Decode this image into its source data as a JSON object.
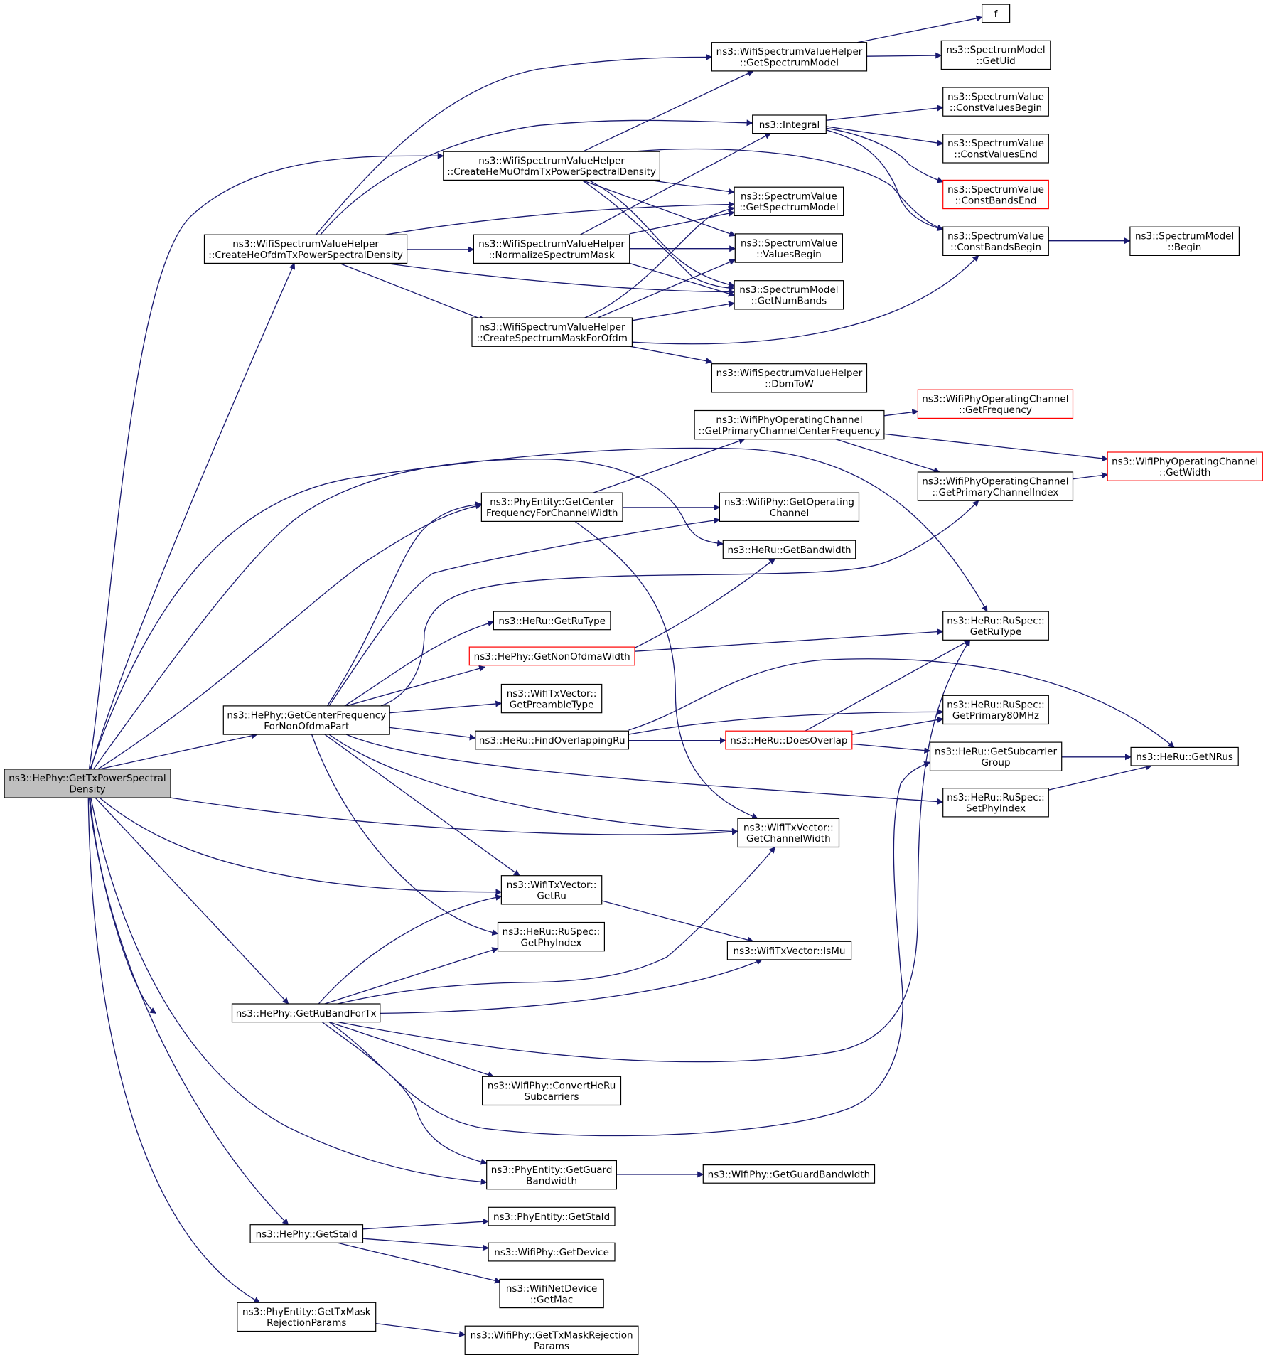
{
  "graph": {
    "nodes": [
      {
        "id": "root",
        "lines": [
          "ns3::HePhy::GetTxPowerSpectral",
          "Density"
        ],
        "kind": "root"
      },
      {
        "id": "createHeOfdm",
        "lines": [
          "ns3::WifiSpectrumValueHelper",
          "::CreateHeOfdmTxPowerSpectralDensity"
        ]
      },
      {
        "id": "createHeMu",
        "lines": [
          "ns3::WifiSpectrumValueHelper",
          "::CreateHeMuOfdmTxPowerSpectralDensity"
        ]
      },
      {
        "id": "getSpectrumModelHelper",
        "lines": [
          "ns3::WifiSpectrumValueHelper",
          "::GetSpectrumModel"
        ]
      },
      {
        "id": "f",
        "lines": [
          "f"
        ]
      },
      {
        "id": "getUid",
        "lines": [
          "ns3::SpectrumModel",
          "::GetUid"
        ]
      },
      {
        "id": "integral",
        "lines": [
          "ns3::Integral"
        ]
      },
      {
        "id": "constValuesBegin",
        "lines": [
          "ns3::SpectrumValue",
          "::ConstValuesBegin"
        ]
      },
      {
        "id": "constValuesEnd",
        "lines": [
          "ns3::SpectrumValue",
          "::ConstValuesEnd"
        ]
      },
      {
        "id": "constBandsEnd",
        "lines": [
          "ns3::SpectrumValue",
          "::ConstBandsEnd"
        ],
        "kind": "trunc"
      },
      {
        "id": "constBandsBegin",
        "lines": [
          "ns3::SpectrumValue",
          "::ConstBandsBegin"
        ]
      },
      {
        "id": "smBegin",
        "lines": [
          "ns3::SpectrumModel",
          "::Begin"
        ]
      },
      {
        "id": "svGetSpectrumModel",
        "lines": [
          "ns3::SpectrumValue",
          "::GetSpectrumModel"
        ]
      },
      {
        "id": "valuesBegin",
        "lines": [
          "ns3::SpectrumValue",
          "::ValuesBegin"
        ]
      },
      {
        "id": "getNumBands",
        "lines": [
          "ns3::SpectrumModel",
          "::GetNumBands"
        ]
      },
      {
        "id": "normalize",
        "lines": [
          "ns3::WifiSpectrumValueHelper",
          "::NormalizeSpectrumMask"
        ]
      },
      {
        "id": "createMask",
        "lines": [
          "ns3::WifiSpectrumValueHelper",
          "::CreateSpectrumMaskForOfdm"
        ]
      },
      {
        "id": "dbmToW",
        "lines": [
          "ns3::WifiSpectrumValueHelper",
          "::DbmToW"
        ]
      },
      {
        "id": "getPrimaryCenter",
        "lines": [
          "ns3::WifiPhyOperatingChannel",
          "::GetPrimaryChannelCenterFrequency"
        ]
      },
      {
        "id": "getFrequency",
        "lines": [
          "ns3::WifiPhyOperatingChannel",
          "::GetFrequency"
        ],
        "kind": "trunc"
      },
      {
        "id": "getWidth",
        "lines": [
          "ns3::WifiPhyOperatingChannel",
          "::GetWidth"
        ],
        "kind": "trunc"
      },
      {
        "id": "getPrimaryIndex",
        "lines": [
          "ns3::WifiPhyOperatingChannel",
          "::GetPrimaryChannelIndex"
        ]
      },
      {
        "id": "getCenterFreqForCW",
        "lines": [
          "ns3::PhyEntity::GetCenter",
          "FrequencyForChannelWidth"
        ]
      },
      {
        "id": "getOperatingChannel",
        "lines": [
          "ns3::WifiPhy::GetOperating",
          "Channel"
        ]
      },
      {
        "id": "getBandwidth",
        "lines": [
          "ns3::HeRu::GetBandwidth"
        ]
      },
      {
        "id": "heRuGetRuType",
        "lines": [
          "ns3::HeRu::GetRuType"
        ]
      },
      {
        "id": "getNonOfdmaWidth",
        "lines": [
          "ns3::HePhy::GetNonOfdmaWidth"
        ],
        "kind": "trunc"
      },
      {
        "id": "ruSpecGetRuType",
        "lines": [
          "ns3::HeRu::RuSpec::",
          "GetRuType"
        ]
      },
      {
        "id": "getCenterNonOfdma",
        "lines": [
          "ns3::HePhy::GetCenterFrequency",
          "ForNonOfdmaPart"
        ]
      },
      {
        "id": "getPreambleType",
        "lines": [
          "ns3::WifiTxVector::",
          "GetPreambleType"
        ]
      },
      {
        "id": "findOverlapping",
        "lines": [
          "ns3::HeRu::FindOverlappingRu"
        ]
      },
      {
        "id": "doesOverlap",
        "lines": [
          "ns3::HeRu::DoesOverlap"
        ],
        "kind": "trunc"
      },
      {
        "id": "getPrimary80",
        "lines": [
          "ns3::HeRu::RuSpec::",
          "GetPrimary80MHz"
        ]
      },
      {
        "id": "getSubcarrierGroup",
        "lines": [
          "ns3::HeRu::GetSubcarrier",
          "Group"
        ]
      },
      {
        "id": "getNRus",
        "lines": [
          "ns3::HeRu::GetNRus"
        ]
      },
      {
        "id": "setPhyIndex",
        "lines": [
          "ns3::HeRu::RuSpec::",
          "SetPhyIndex"
        ]
      },
      {
        "id": "getChannelWidth",
        "lines": [
          "ns3::WifiTxVector::",
          "GetChannelWidth"
        ]
      },
      {
        "id": "getRu",
        "lines": [
          "ns3::WifiTxVector::",
          "GetRu"
        ]
      },
      {
        "id": "getPhyIndex",
        "lines": [
          "ns3::HeRu::RuSpec::",
          "GetPhyIndex"
        ]
      },
      {
        "id": "isMu",
        "lines": [
          "ns3::WifiTxVector::IsMu"
        ]
      },
      {
        "id": "getRuBandForTx",
        "lines": [
          "ns3::HePhy::GetRuBandForTx"
        ]
      },
      {
        "id": "convertHeRu",
        "lines": [
          "ns3::WifiPhy::ConvertHeRu",
          "Subcarriers"
        ]
      },
      {
        "id": "getGuardBandwidthEntity",
        "lines": [
          "ns3::PhyEntity::GetGuard",
          "Bandwidth"
        ]
      },
      {
        "id": "getGuardBandwidthPhy",
        "lines": [
          "ns3::WifiPhy::GetGuardBandwidth"
        ]
      },
      {
        "id": "hePhyGetStaId",
        "lines": [
          "ns3::HePhy::GetStaId"
        ]
      },
      {
        "id": "entityGetStaId",
        "lines": [
          "ns3::PhyEntity::GetStaId"
        ]
      },
      {
        "id": "getDevice",
        "lines": [
          "ns3::WifiPhy::GetDevice"
        ]
      },
      {
        "id": "getMac",
        "lines": [
          "ns3::WifiNetDevice",
          "::GetMac"
        ]
      },
      {
        "id": "getTxMaskEntity",
        "lines": [
          "ns3::PhyEntity::GetTxMask",
          "RejectionParams"
        ]
      },
      {
        "id": "getTxMaskPhy",
        "lines": [
          "ns3::WifiPhy::GetTxMaskRejection",
          "Params"
        ]
      }
    ],
    "colors": {
      "edge": "#191970",
      "root_fill": "#bfbfbf",
      "truncated_border": "#ff0000",
      "node_border": "#000000"
    }
  }
}
